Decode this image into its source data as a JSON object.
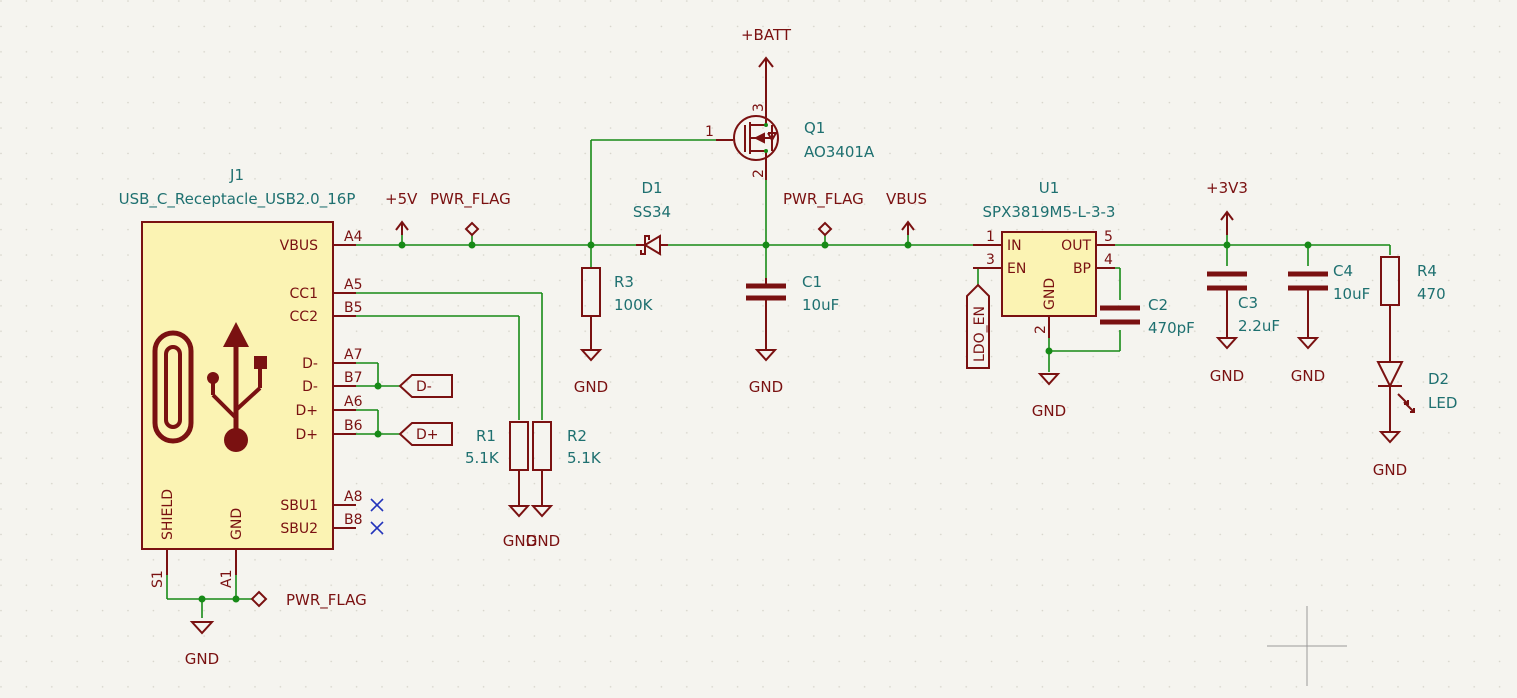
{
  "components": {
    "j1": {
      "ref": "J1",
      "value": "USB_C_Receptacle_USB2.0_16P",
      "pins": {
        "vbus": "VBUS",
        "cc1": "CC1",
        "cc2": "CC2",
        "dm1": "D-",
        "dm2": "D-",
        "dp1": "D+",
        "dp2": "D+",
        "sbu1": "SBU1",
        "sbu2": "SBU2",
        "shield": "SHIELD",
        "gnd": "GND"
      },
      "pin_numbers": {
        "vbus": "A4",
        "cc1": "A5",
        "cc2": "B5",
        "dm1": "A7",
        "dm2": "B7",
        "dp1": "A6",
        "dp2": "B6",
        "sbu1": "A8",
        "sbu2": "B8",
        "shield": "S1",
        "gnd": "A1"
      }
    },
    "q1": {
      "ref": "Q1",
      "value": "AO3401A",
      "pin_numbers": {
        "gate": "1",
        "source": "2",
        "drain": "3"
      }
    },
    "d1": {
      "ref": "D1",
      "value": "SS34"
    },
    "r3": {
      "ref": "R3",
      "value": "100K"
    },
    "c1": {
      "ref": "C1",
      "value": "10uF"
    },
    "u1": {
      "ref": "U1",
      "value": "SPX3819M5-L-3-3",
      "pins": {
        "in": "IN",
        "en": "EN",
        "gnd": "GND",
        "out": "OUT",
        "bp": "BP"
      },
      "pin_numbers": {
        "in": "1",
        "en": "3",
        "gnd": "2",
        "out": "5",
        "bp": "4"
      }
    },
    "c2": {
      "ref": "C2",
      "value": "470pF"
    },
    "c3": {
      "ref": "C3",
      "value": "2.2uF"
    },
    "c4": {
      "ref": "C4",
      "value": "10uF"
    },
    "r4": {
      "ref": "R4",
      "value": "470"
    },
    "d2": {
      "ref": "D2",
      "value": "LED"
    },
    "r1": {
      "ref": "R1",
      "value": "5.1K"
    },
    "r2": {
      "ref": "R2",
      "value": "5.1K"
    }
  },
  "power": {
    "batt": "+BATT",
    "v5": "+5V",
    "vbus": "VBUS",
    "v3v3": "+3V3",
    "gnd": "GND",
    "pwr_flag": "PWR_FLAG"
  },
  "labels": {
    "ldo_en": "LDO_EN",
    "d_minus": "D-",
    "d_plus": "D+"
  },
  "colors": {
    "background": "#f5f4ef",
    "wire": "#178a17",
    "symbol": "#7a1111",
    "symbol_body": "#fbf3b3",
    "reference_text": "#1e7070",
    "no_connect": "#2233bb"
  }
}
